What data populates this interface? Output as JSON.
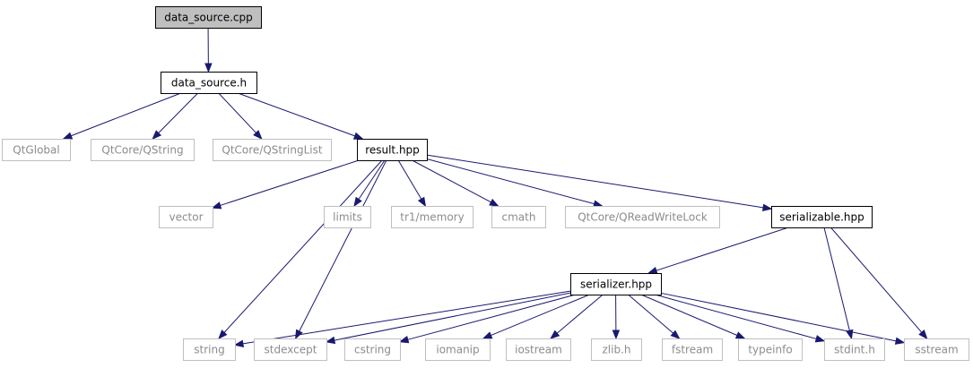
{
  "diagram": {
    "type": "include-dependency-graph",
    "colors": {
      "edge": "#191970",
      "root_fill": "#bfbfbf",
      "documented_border": "#000000",
      "undocumented_border": "#bfbfbf",
      "documented_text": "#000000",
      "undocumented_text": "#8c8c8c"
    },
    "nodes": [
      {
        "id": "data_source_cpp",
        "label": "data_source.cpp",
        "kind": "root"
      },
      {
        "id": "data_source_h",
        "label": "data_source.h",
        "kind": "documented"
      },
      {
        "id": "qtglobal",
        "label": "QtGlobal",
        "kind": "external"
      },
      {
        "id": "qstring",
        "label": "QtCore/QString",
        "kind": "external"
      },
      {
        "id": "qstringlist",
        "label": "QtCore/QStringList",
        "kind": "external"
      },
      {
        "id": "result_hpp",
        "label": "result.hpp",
        "kind": "documented"
      },
      {
        "id": "vector",
        "label": "vector",
        "kind": "external"
      },
      {
        "id": "limits",
        "label": "limits",
        "kind": "external"
      },
      {
        "id": "tr1memory",
        "label": "tr1/memory",
        "kind": "external"
      },
      {
        "id": "cmath",
        "label": "cmath",
        "kind": "external"
      },
      {
        "id": "qreadwritelock",
        "label": "QtCore/QReadWriteLock",
        "kind": "external"
      },
      {
        "id": "serializable_hpp",
        "label": "serializable.hpp",
        "kind": "documented"
      },
      {
        "id": "serializer_hpp",
        "label": "serializer.hpp",
        "kind": "documented"
      },
      {
        "id": "string",
        "label": "string",
        "kind": "external"
      },
      {
        "id": "stdexcept",
        "label": "stdexcept",
        "kind": "external"
      },
      {
        "id": "cstring",
        "label": "cstring",
        "kind": "external"
      },
      {
        "id": "iomanip",
        "label": "iomanip",
        "kind": "external"
      },
      {
        "id": "iostream",
        "label": "iostream",
        "kind": "external"
      },
      {
        "id": "zlib",
        "label": "zlib.h",
        "kind": "external"
      },
      {
        "id": "fstream",
        "label": "fstream",
        "kind": "external"
      },
      {
        "id": "typeinfo",
        "label": "typeinfo",
        "kind": "external"
      },
      {
        "id": "stdint",
        "label": "stdint.h",
        "kind": "external"
      },
      {
        "id": "sstream",
        "label": "sstream",
        "kind": "external"
      }
    ],
    "edges": [
      {
        "from": "data_source_cpp",
        "to": "data_source_h"
      },
      {
        "from": "data_source_h",
        "to": "qtglobal"
      },
      {
        "from": "data_source_h",
        "to": "qstring"
      },
      {
        "from": "data_source_h",
        "to": "qstringlist"
      },
      {
        "from": "data_source_h",
        "to": "result_hpp"
      },
      {
        "from": "result_hpp",
        "to": "vector"
      },
      {
        "from": "result_hpp",
        "to": "limits"
      },
      {
        "from": "result_hpp",
        "to": "tr1memory"
      },
      {
        "from": "result_hpp",
        "to": "cmath"
      },
      {
        "from": "result_hpp",
        "to": "qreadwritelock"
      },
      {
        "from": "result_hpp",
        "to": "serializable_hpp"
      },
      {
        "from": "result_hpp",
        "to": "string"
      },
      {
        "from": "result_hpp",
        "to": "stdexcept"
      },
      {
        "from": "serializable_hpp",
        "to": "serializer_hpp"
      },
      {
        "from": "serializable_hpp",
        "to": "stdint"
      },
      {
        "from": "serializable_hpp",
        "to": "sstream"
      },
      {
        "from": "serializer_hpp",
        "to": "string"
      },
      {
        "from": "serializer_hpp",
        "to": "stdexcept"
      },
      {
        "from": "serializer_hpp",
        "to": "cstring"
      },
      {
        "from": "serializer_hpp",
        "to": "iomanip"
      },
      {
        "from": "serializer_hpp",
        "to": "iostream"
      },
      {
        "from": "serializer_hpp",
        "to": "zlib"
      },
      {
        "from": "serializer_hpp",
        "to": "fstream"
      },
      {
        "from": "serializer_hpp",
        "to": "typeinfo"
      },
      {
        "from": "serializer_hpp",
        "to": "stdint"
      },
      {
        "from": "serializer_hpp",
        "to": "sstream"
      }
    ]
  }
}
